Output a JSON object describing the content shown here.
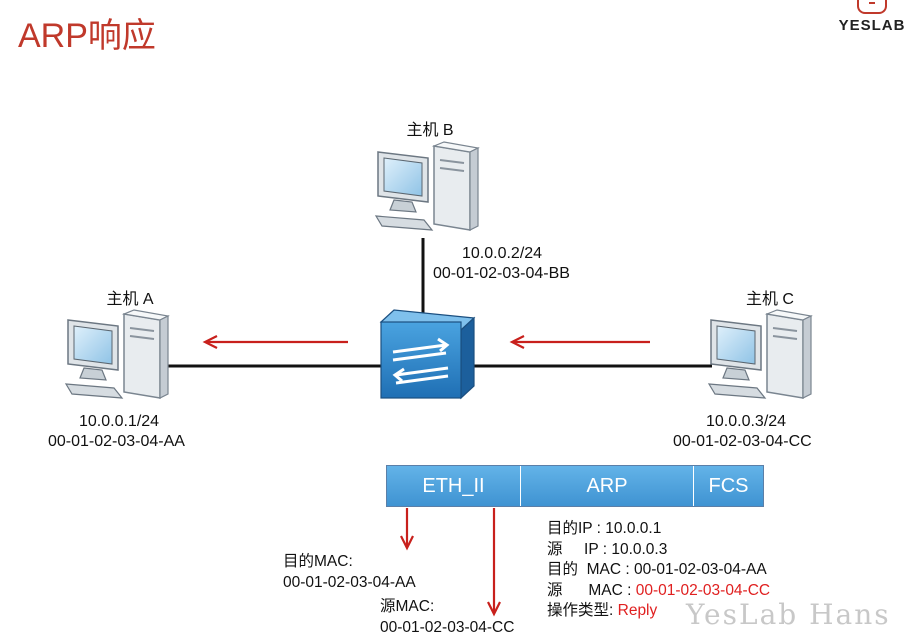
{
  "header": {
    "title": "ARP响应",
    "logo_text": "YESLAB"
  },
  "hosts": {
    "a": {
      "name": "主机 A",
      "ip": "10.0.0.1/24",
      "mac": "00-01-02-03-04-AA"
    },
    "b": {
      "name": "主机 B",
      "ip": "10.0.0.2/24",
      "mac": "00-01-02-03-04-BB"
    },
    "c": {
      "name": "主机 C",
      "ip": "10.0.0.3/24",
      "mac": "00-01-02-03-04-CC"
    }
  },
  "frame": {
    "segments": [
      "ETH_II",
      "ARP",
      "FCS"
    ]
  },
  "eth_fields": {
    "dst_label": "目的MAC:",
    "dst_value": "00-01-02-03-04-AA",
    "src_label": "源MAC:",
    "src_value": "00-01-02-03-04-CC"
  },
  "arp_fields": {
    "dst_ip_label": "目的IP : ",
    "dst_ip_value": "10.0.0.1",
    "src_ip_label": "源     IP : ",
    "src_ip_value": "10.0.0.3",
    "dst_mac_label": "目的  MAC : ",
    "dst_mac_value": "00-01-02-03-04-AA",
    "src_mac_label": "源      MAC : ",
    "src_mac_value": "00-01-02-03-04-CC",
    "op_label": "操作类型: ",
    "op_value": "Reply"
  },
  "watermark": "YesLab Hans",
  "colors": {
    "title": "#c0392b",
    "arrow": "#c8201c",
    "frame": "#4a9fdc",
    "highlight": "#e02020"
  }
}
